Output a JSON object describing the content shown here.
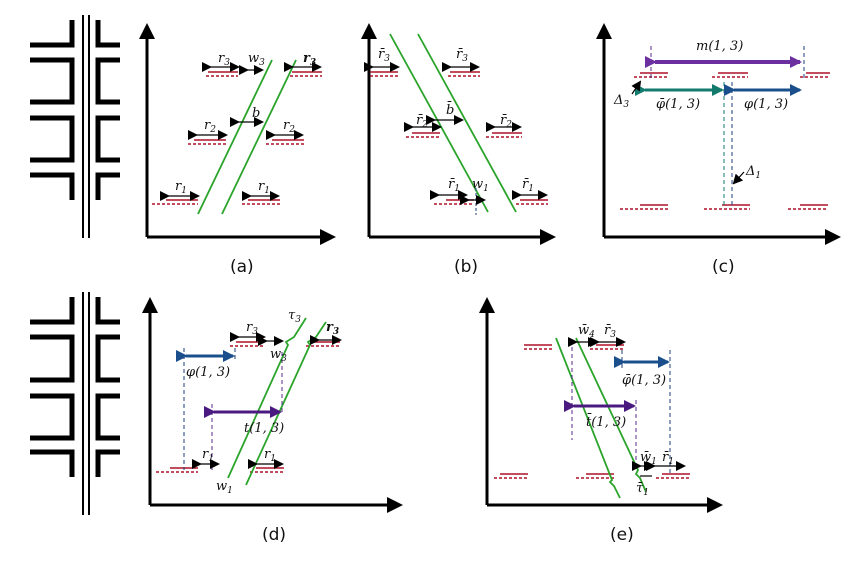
{
  "colors": {
    "axis": "#000000",
    "road": "#000000",
    "lane_red": "#b0102a",
    "green": "#2aa42a",
    "purple": "#6b2fa0",
    "teal": "#137a6e",
    "navy": "#1b4f8c",
    "dash_navy": "#1b3f7a",
    "dash_purple": "#5a2a8a"
  },
  "captions": [
    "(a)",
    "(b)",
    "(c)",
    "(d)",
    "(e)"
  ],
  "labels": {
    "a": {
      "r3_left": "r",
      "r3_left_sub": "3",
      "w3": "w",
      "w3_sub": "3",
      "r3_right": "r",
      "r3_right_sub": "3",
      "b": "b",
      "r2_left": "r",
      "r2_left_sub": "2",
      "r2_right": "r",
      "r2_right_sub": "2",
      "r1_left": "r",
      "r1_left_sub": "1",
      "r1_right": "r",
      "r1_right_sub": "1"
    },
    "b": {
      "r3_left": "r̄",
      "r3_left_sub": "3",
      "r3_right": "r̄",
      "r3_right_sub": "3",
      "r2_left": "r̄",
      "r2_left_sub": "2",
      "b": "b̄",
      "r2_right": "r̄",
      "r2_right_sub": "2",
      "r1_left": "r̄",
      "r1_left_sub": "1",
      "w1": "w",
      "w1_sub": "1",
      "r1_right": "r̄",
      "r1_right_sub": "1"
    },
    "c": {
      "m13": "m(1, 3)",
      "delta3": "Δ",
      "delta3_sub": "3",
      "phibar13": "φ̄(1, 3)",
      "phi13": "φ(1, 3)",
      "delta1": "Δ",
      "delta1_sub": "1"
    },
    "d": {
      "r3_left": "r",
      "r3_left_sub": "3",
      "tau3": "τ",
      "tau3_sub": "3",
      "r3_right": "r",
      "r3_right_sub": "3",
      "w3": "w",
      "w3_sub": "3",
      "phi13": "φ(1, 3)",
      "t13": "t(1, 3)",
      "r1_left": "r",
      "r1_left_sub": "1",
      "r1_right": "r",
      "r1_right_sub": "1",
      "w1": "w",
      "w1_sub": "1"
    },
    "e": {
      "w4": "w̄",
      "w4_sub": "4",
      "r3": "r̄",
      "r3_sub": "3",
      "phibar13": "φ̄(1, 3)",
      "tbar13": "t̄(1, 3)",
      "w1": "w̄",
      "w1_sub": "1",
      "r1": "r̄",
      "r1_sub": "1",
      "tau1": "τ̄",
      "tau1_sub": "1"
    }
  }
}
